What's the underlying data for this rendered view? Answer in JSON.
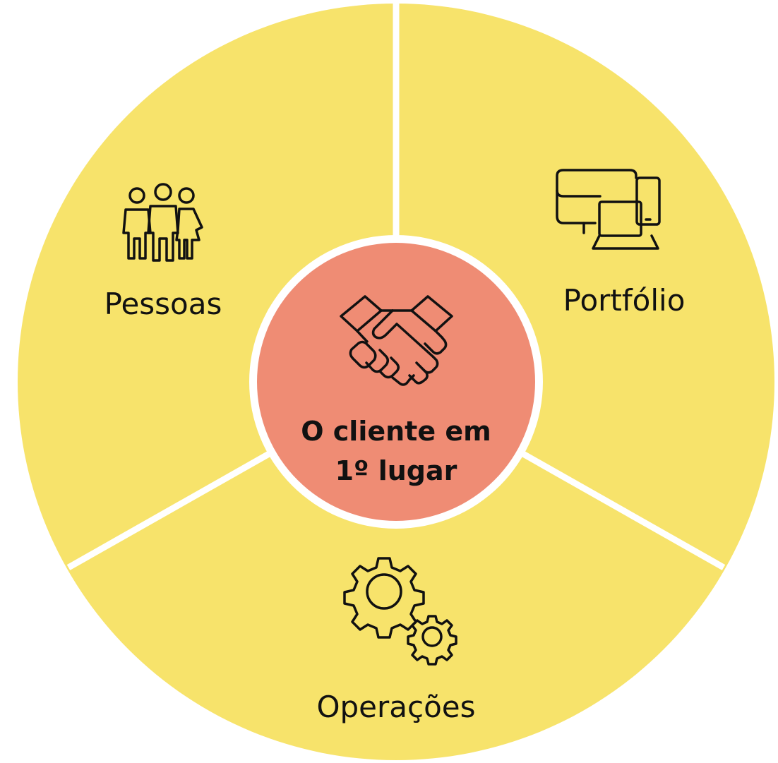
{
  "colors": {
    "segment_fill": "#F7E36B",
    "center_fill": "#EF8C74",
    "divider": "#FFFFFF",
    "text": "#111111"
  },
  "segments": [
    {
      "label": "Pessoas",
      "icon": "people-icon"
    },
    {
      "label": "Portfólio",
      "icon": "devices-icon"
    },
    {
      "label": "Operações",
      "icon": "gears-icon"
    }
  ],
  "center": {
    "line1": "O cliente em",
    "line2": "1º lugar",
    "icon": "handshake-icon"
  }
}
